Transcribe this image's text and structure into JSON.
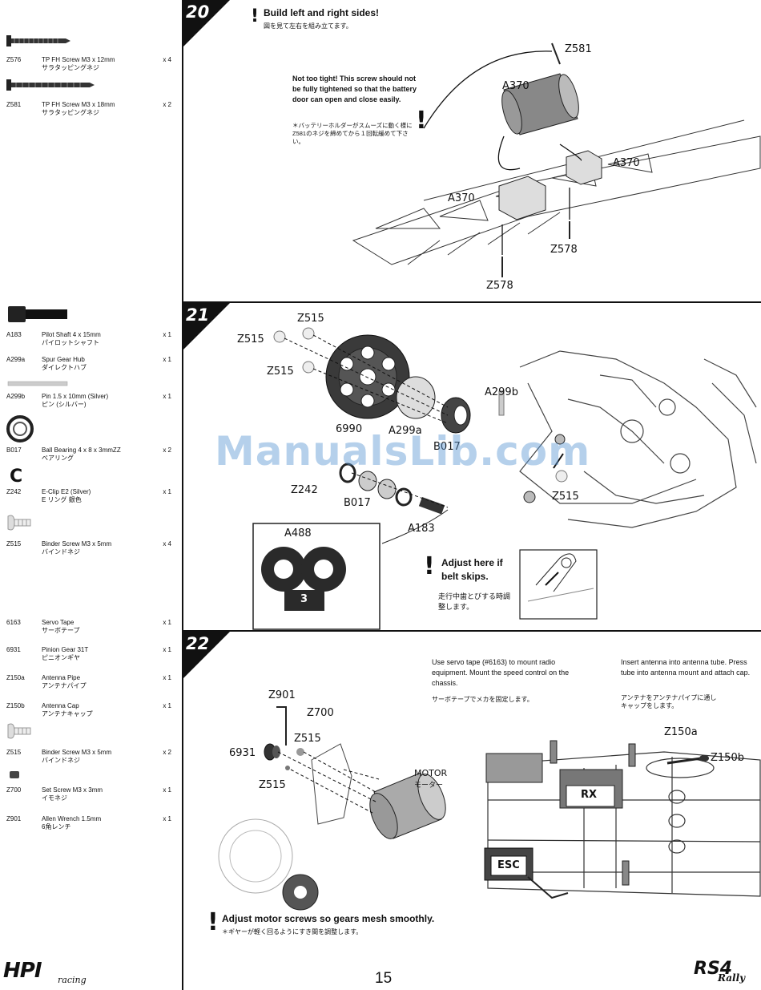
{
  "parts": [
    {
      "code": "Z576",
      "name": "TP FH Screw M3 x 12mm",
      "jp": "サラタッピングネジ",
      "qty": "x 4",
      "icon": "long-screw-icon"
    },
    {
      "code": "Z581",
      "name": "TP FH Screw M3 x 18mm",
      "jp": "サラタッピングネジ",
      "qty": "x 2",
      "icon": "long-screw-icon"
    },
    {
      "code": "A183",
      "name": "Pilot Shaft 4 x 15mm",
      "jp": "パイロットシャフト",
      "qty": "x 1",
      "icon": "shaft-icon"
    },
    {
      "code": "A299a",
      "name": "Spur Gear Hub",
      "jp": "ダイレクトハブ",
      "qty": "x 1",
      "icon": "hub-icon"
    },
    {
      "code": "A299b",
      "name": "Pin 1.5 x 10mm (Silver)",
      "jp": "ピン (シルバー)",
      "qty": "x 1",
      "icon": "pin-icon"
    },
    {
      "code": "B017",
      "name": "Ball Bearing 4 x 8 x 3mmZZ",
      "jp": "ベアリング",
      "qty": "x 2",
      "icon": "bearing-icon"
    },
    {
      "code": "Z242",
      "name": "E-Clip E2 (Silver)",
      "jp": "E リング 銀色",
      "qty": "x 1",
      "icon": "e-clip-icon"
    },
    {
      "code": "Z515",
      "name": "Binder Screw M3 x 5mm",
      "jp": "バインドネジ",
      "qty": "x 4",
      "icon": "binder-screw-icon"
    },
    {
      "code": "6163",
      "name": "Servo Tape",
      "jp": "サーボテープ",
      "qty": "x 1",
      "icon": ""
    },
    {
      "code": "6931",
      "name": "Pinion Gear 31T",
      "jp": "ピニオンギヤ",
      "qty": "x 1",
      "icon": ""
    },
    {
      "code": "Z150a",
      "name": "Antenna Pipe",
      "jp": "アンテナパイプ",
      "qty": "x 1",
      "icon": ""
    },
    {
      "code": "Z150b",
      "name": "Antenna Cap",
      "jp": "アンテナキャップ",
      "qty": "x 1",
      "icon": ""
    },
    {
      "code": "Z515",
      "name": "Binder Screw M3 x 5mm",
      "jp": "バインドネジ",
      "qty": "x 2",
      "icon": "binder-screw-icon"
    },
    {
      "code": "Z700",
      "name": "Set Screw M3 x 3mm",
      "jp": "イモネジ",
      "qty": "x 1",
      "icon": "set-screw-icon"
    },
    {
      "code": "Z901",
      "name": "Allen Wrench 1.5mm",
      "jp": "6角レンチ",
      "qty": "x 1",
      "icon": ""
    }
  ],
  "step20": {
    "number": "20",
    "title": "Build left and right sides!",
    "title_jp": "図を見て左右を組み立てます。",
    "note": "Not too tight! This screw should not be fully tightened so that the battery door can open and close easily.",
    "note_jp": "＊バッテリーホルダーがスムーズに動く様に Z581のネジを締めてから１回転緩めて下さい。",
    "labels": {
      "z581": "Z581",
      "a370_top": "A370",
      "a370_right": "A370",
      "a370_left": "A370",
      "z578_right": "Z578",
      "z578_bottom": "Z578"
    }
  },
  "step21": {
    "number": "21",
    "labels": {
      "z515_a": "Z515",
      "z515_b": "Z515",
      "z515_c": "Z515",
      "z515_d": "Z515",
      "gear": "6990",
      "a299a": "A299a",
      "a299b": "A299b",
      "b017_a": "B017",
      "b017_b": "B017",
      "z242": "Z242",
      "a183": "A183",
      "a488": "A488"
    },
    "inset_number": "3",
    "adjust": "Adjust here if belt skips.",
    "adjust_jp": "走行中歯とびする時調整します。"
  },
  "step22": {
    "number": "22",
    "labels": {
      "z901": "Z901",
      "z700": "Z700",
      "z515": "Z515",
      "pinion": "6931",
      "z515_b": "Z515",
      "motor": "MOTOR",
      "motor_jp": "モーター",
      "z150a": "Z150a",
      "z150b": "Z150b",
      "rx": "RX",
      "esc": "ESC"
    },
    "servo_note": "Use servo tape (#6163) to mount radio equipment. Mount the speed control on the chassis.",
    "servo_note_jp": "サーボテープでメカを固定します。",
    "antenna_note": "Insert antenna into antenna tube. Press tube into antenna mount and attach cap.",
    "antenna_note_jp": "アンテナをアンテナパイプに通しキャップをします。",
    "adjust": "Adjust motor screws so gears mesh smoothly.",
    "adjust_jp": "＊ギヤーが軽く回るようにすき間を調整します。"
  },
  "footer": {
    "page": "15",
    "logo_left": "HPI",
    "logo_left_sub": "racing",
    "logo_right": "RS4",
    "logo_right_sub": "Rally"
  },
  "watermark": "ManualsLib.com"
}
